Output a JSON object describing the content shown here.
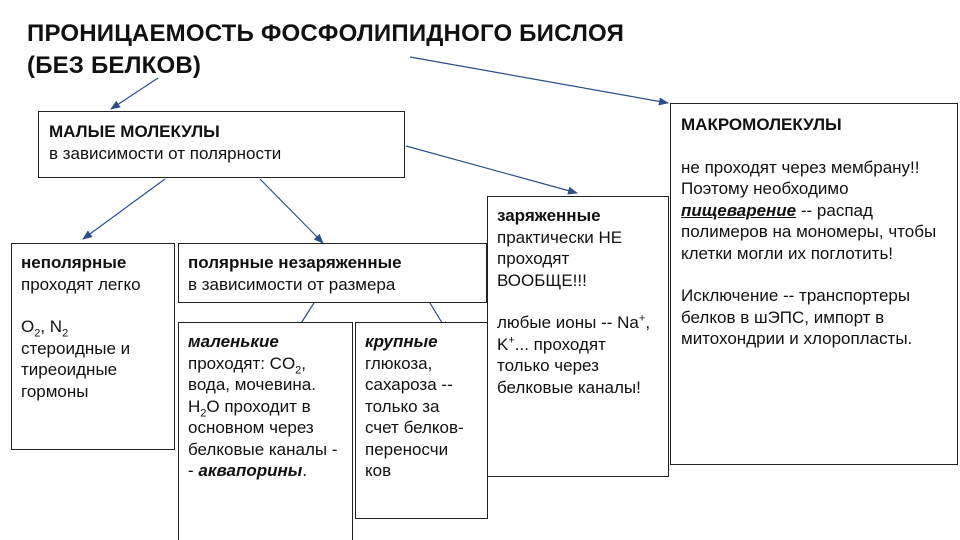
{
  "title": {
    "line1": "ПРОНИЦАЕМОСТЬ ФОСФОЛИПИДНОГО БИСЛОЯ",
    "line2": "(БЕЗ БЕЛКОВ)"
  },
  "small": {
    "heading": "МАЛЫЕ МОЛЕКУЛЫ",
    "sub": "в зависимости от полярности"
  },
  "macro": {
    "heading": "МАКРОМОЛЕКУЛЫ",
    "p1": "не проходят через мембрану!!",
    "p2_pre": "Поэтому необходимо",
    "p2_bold": "пищеварение",
    "p2_post": "-- распад полимеров на мономеры, чтобы клетки могли их поглотить!",
    "p3": "Исключение -- транспортеры белков в шЭПС, импорт в митохондрии и хлоропласты."
  },
  "nonpolar": {
    "heading": "неполярные",
    "text": "проходят легко",
    "o": "O",
    "o_sub": "2",
    "sep": ", N",
    "n_sub": "2",
    "rest": "стероидные и тиреоидные гормоны"
  },
  "polar": {
    "heading": "полярные незаряженные",
    "sub": "в зависимости от размера"
  },
  "charged": {
    "heading": "заряженные",
    "text": "практически НЕ проходят ВООБЩЕ!!!",
    "ions_pre": "любые ионы -- Na",
    "plus1": "+",
    "ions_mid": ", K",
    "plus2": "+",
    "ions_post": "... проходят только через белковые каналы!"
  },
  "tiny": {
    "heading": "маленькие",
    "t1": "проходят: CO",
    "co_sub": "2",
    "t2": ", вода, мочевина.",
    "h": "H",
    "h_sub": "2",
    "t3": "O проходит в основном через белковые каналы --",
    "bold_end": "аквапорины",
    "dot": "."
  },
  "large": {
    "heading": "крупные",
    "text": "глюкоза, сахароза -- только за счет белков-переносчи ков"
  }
}
